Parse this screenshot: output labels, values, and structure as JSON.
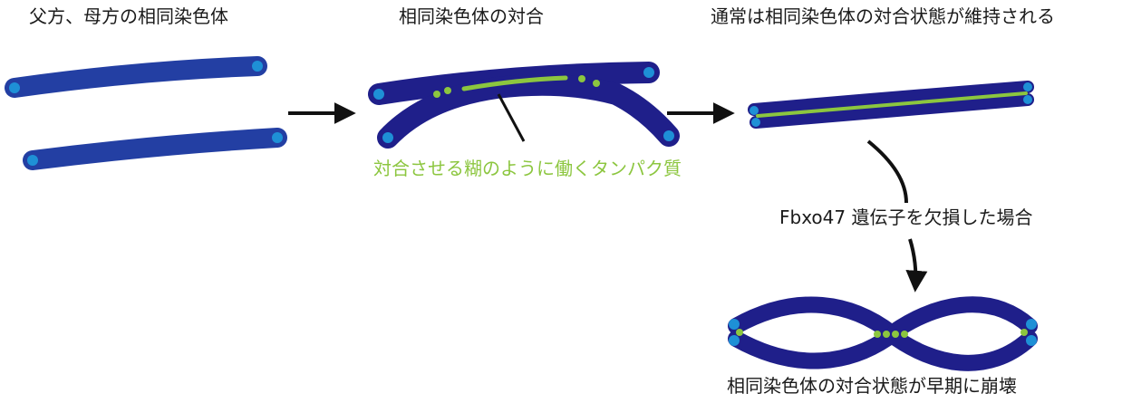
{
  "labels": {
    "stage1": "父方、母方の相同染色体",
    "stage2": "相同染色体の対合",
    "glue_protein": "対合させる糊のように働くタンパク質",
    "stage3": "通常は相同染色体の対合状態が維持される",
    "knockout": "Fbxo47 遺伝子を欠損した場合",
    "stage4": "相同染色体の対合状態が早期に崩壊"
  },
  "colors": {
    "chromosome": "#1f1f8a",
    "chromosome_light": "#233fa3",
    "centromere": "#1e90d6",
    "glue": "#8cc63f",
    "arrow": "#111111"
  },
  "icons": {
    "arrow_right": "arrow-right-icon",
    "arrow_curved_down": "arrow-curved-down-icon"
  }
}
